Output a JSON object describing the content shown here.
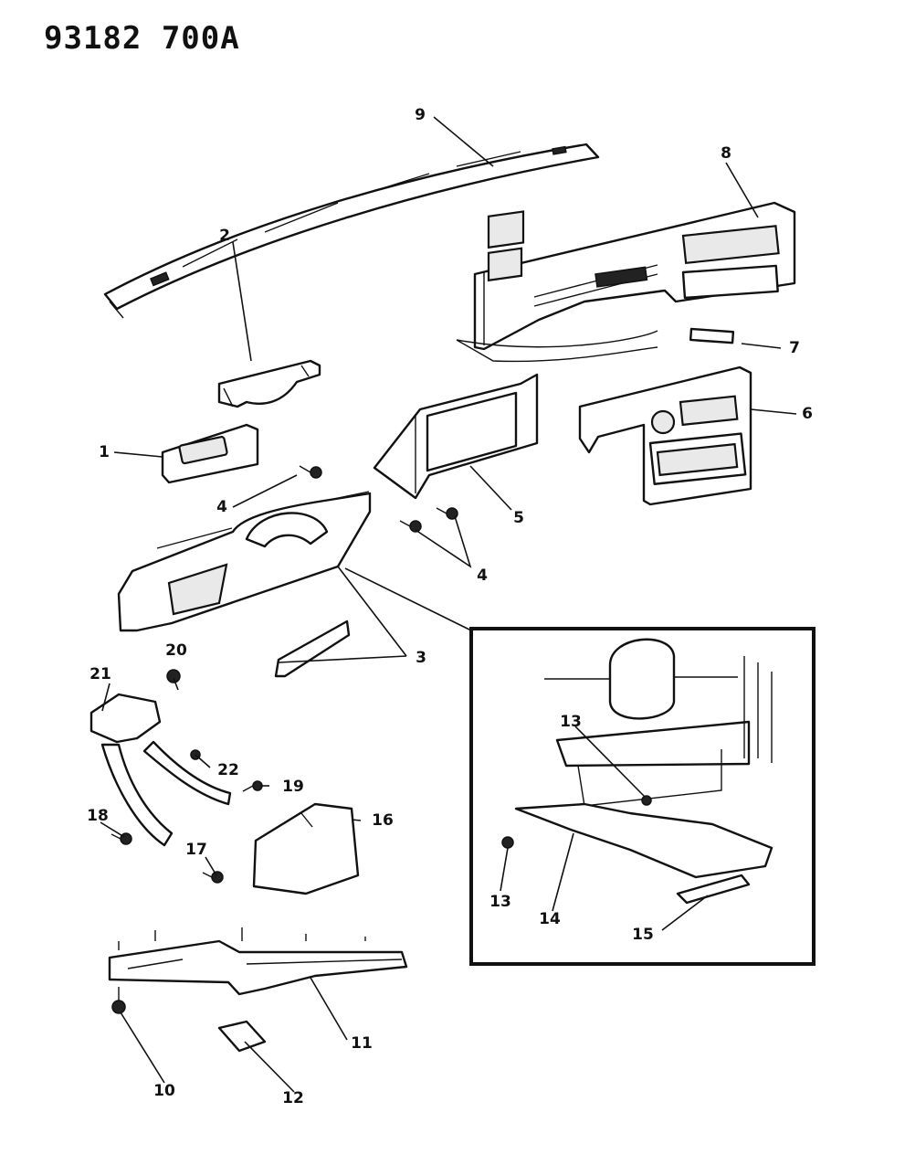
{
  "header": {
    "document_code": "93182 700A"
  },
  "colors": {
    "ink": "#111111",
    "background": "#ffffff"
  },
  "callouts": [
    {
      "id": "c1",
      "label": "1"
    },
    {
      "id": "c2",
      "label": "2"
    },
    {
      "id": "c3",
      "label": "3"
    },
    {
      "id": "c4a",
      "label": "4"
    },
    {
      "id": "c4b",
      "label": "4"
    },
    {
      "id": "c5",
      "label": "5"
    },
    {
      "id": "c6",
      "label": "6"
    },
    {
      "id": "c7",
      "label": "7"
    },
    {
      "id": "c8",
      "label": "8"
    },
    {
      "id": "c9",
      "label": "9"
    },
    {
      "id": "c10",
      "label": "10"
    },
    {
      "id": "c11",
      "label": "11"
    },
    {
      "id": "c12",
      "label": "12"
    },
    {
      "id": "c13a",
      "label": "13"
    },
    {
      "id": "c13b",
      "label": "13"
    },
    {
      "id": "c14",
      "label": "14"
    },
    {
      "id": "c15",
      "label": "15"
    },
    {
      "id": "c16",
      "label": "16"
    },
    {
      "id": "c17",
      "label": "17"
    },
    {
      "id": "c18",
      "label": "18"
    },
    {
      "id": "c19",
      "label": "19"
    },
    {
      "id": "c20",
      "label": "20"
    },
    {
      "id": "c21",
      "label": "21"
    },
    {
      "id": "c22",
      "label": "22"
    }
  ]
}
